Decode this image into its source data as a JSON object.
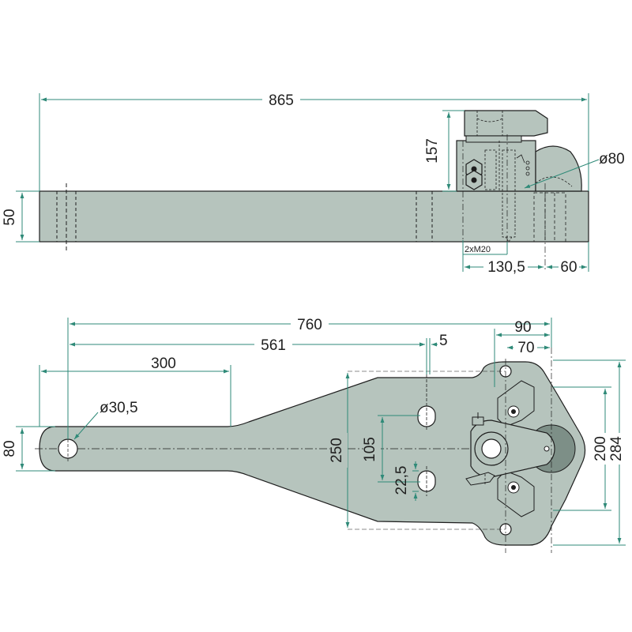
{
  "colors": {
    "part_fill": "#b6c4bd",
    "part_stroke": "#1e1e1e",
    "dim_line": "#2f8a78",
    "text": "#1f1f1f",
    "ball": "#7d8f87"
  },
  "side_view": {
    "overall_length": "865",
    "height_157": "157",
    "bar_thickness": "50",
    "ball_diameter": "ø80",
    "thread": "2xM20",
    "offset_130_5": "130,5",
    "offset_60": "60"
  },
  "top_view": {
    "length_760": "760",
    "length_561": "561",
    "length_300": "300",
    "offset_5": "5",
    "offset_90": "90",
    "offset_70": "70",
    "hole_diameter": "ø30,5",
    "width_80": "80",
    "width_250": "250",
    "spacing_105": "105",
    "spacing_22_5": "22,5",
    "width_200": "200",
    "width_284": "284"
  }
}
